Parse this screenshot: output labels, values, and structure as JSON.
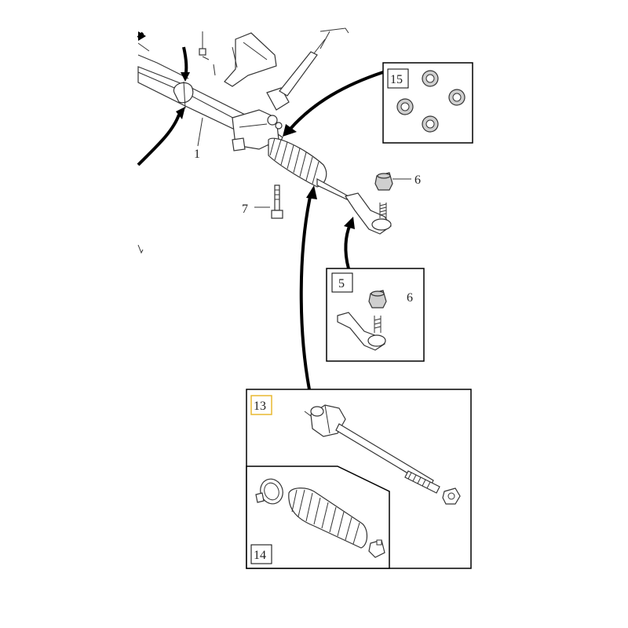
{
  "callouts": {
    "c1": "1",
    "c6a": "6",
    "c6b": "6",
    "c7": "7"
  },
  "boxes": {
    "b15": "15",
    "b5": "5",
    "b13": "13",
    "b14": "14"
  },
  "colors": {
    "highlight": "#e8b830",
    "line": "#333333"
  }
}
